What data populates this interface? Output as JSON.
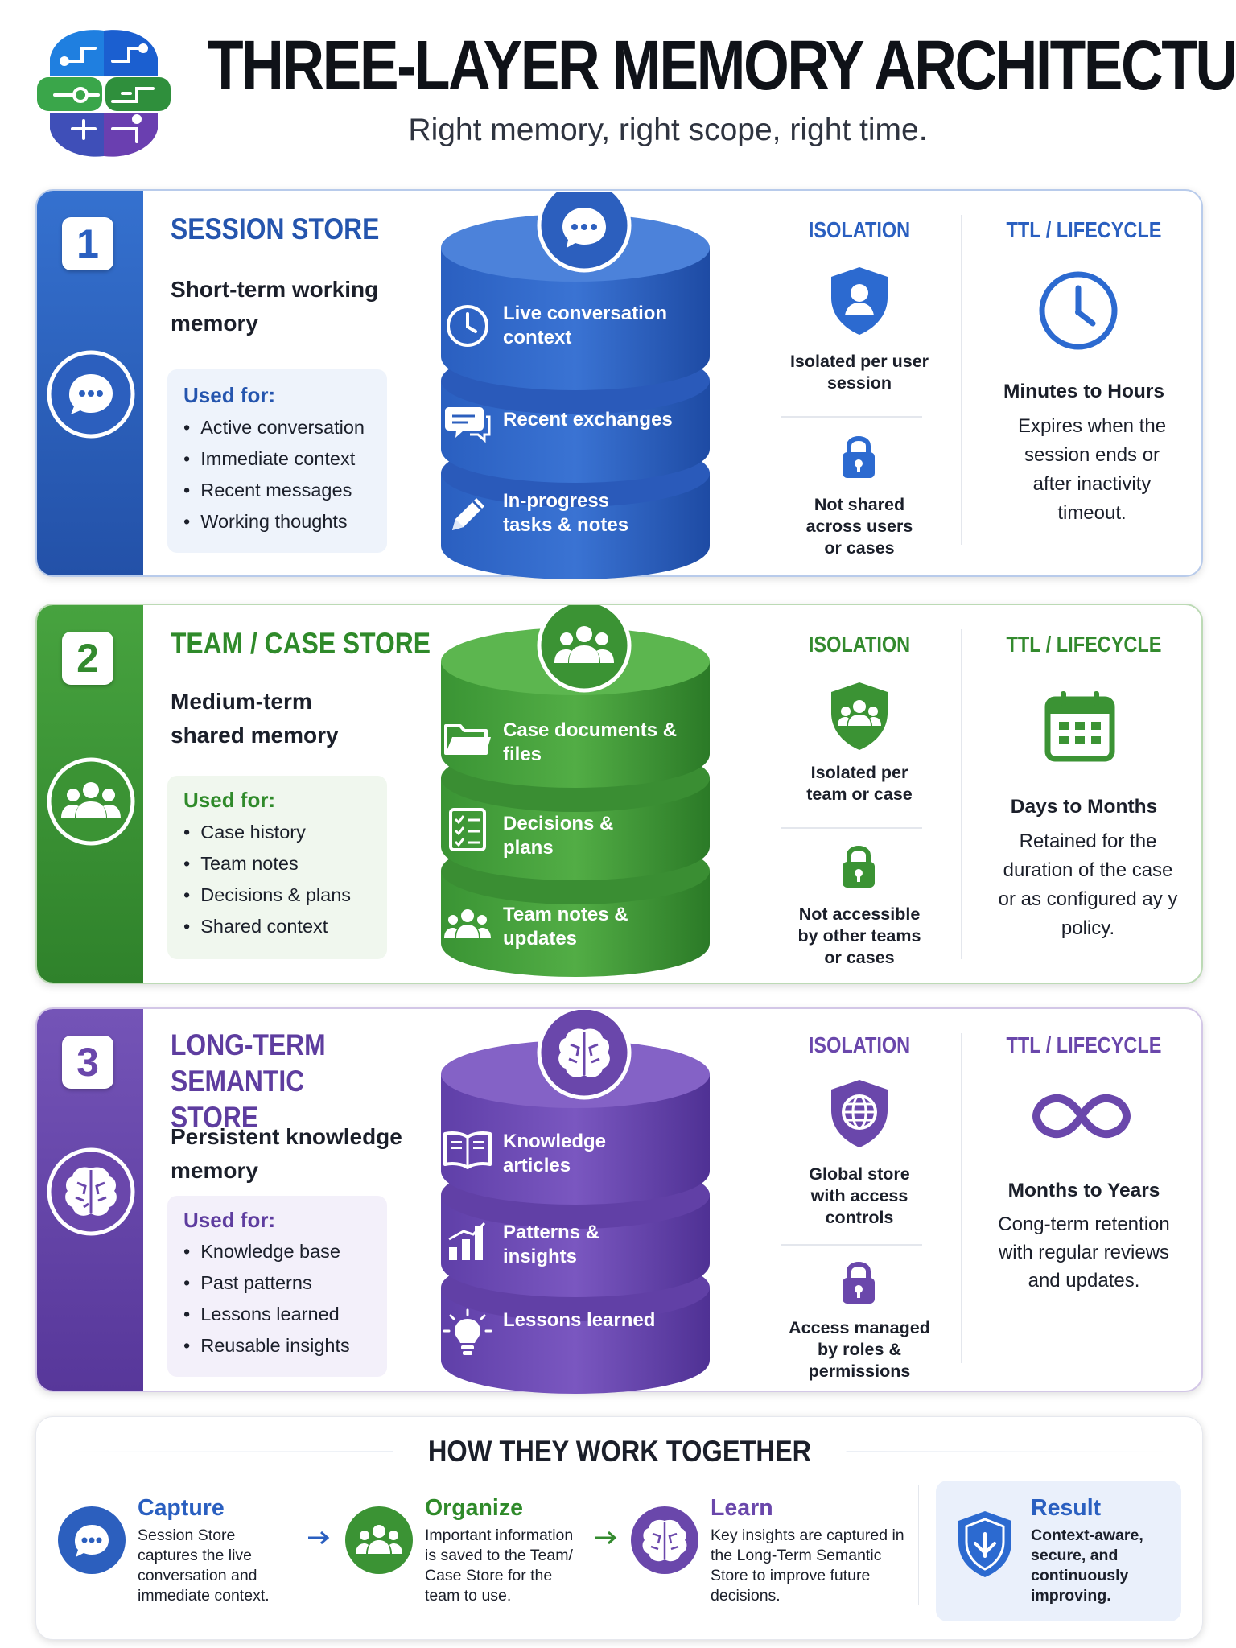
{
  "header": {
    "title": "THREE-LAYER MEMORY ARCHITECTURE",
    "subtitle": "Right memory, right scope, right time.",
    "logo_icon": "brain-circuit-icon"
  },
  "colors": {
    "blue": "#2c5fbe",
    "green": "#3b9334",
    "purple": "#6a47ab"
  },
  "sections": [
    {
      "number": "1",
      "title": "SESSION STORE",
      "description": "Short-term working memory",
      "used_for_title": "Used for:",
      "used_for": [
        "Active conversation",
        "Immediate context",
        "Recent messages",
        "Working thoughts"
      ],
      "badge_icon": "chat-bubble-icon",
      "layers": [
        {
          "label": "Live conversation context",
          "icon": "clock-icon"
        },
        {
          "label": "Recent exchanges",
          "icon": "message-icon"
        },
        {
          "label": "In-progress tasks & notes",
          "icon": "pencil-icon"
        }
      ],
      "isolation": {
        "title": "ISOLATION",
        "primary": "Isolated per user session",
        "primary_icon": "user-shield-icon",
        "secondary": "Not shared across users or cases",
        "secondary_icon": "lock-icon"
      },
      "ttl": {
        "title": "TTL / LIFECYCLE",
        "heading": "Minutes to Hours",
        "text": "Expires when the session ends or after inactivity timeout.",
        "icon": "clock-icon"
      }
    },
    {
      "number": "2",
      "title": "TEAM / CASE STORE",
      "description": "Medium-term shared memory",
      "used_for_title": "Used for:",
      "used_for": [
        "Case history",
        "Team notes",
        "Decisions & plans",
        "Shared context"
      ],
      "badge_icon": "team-icon",
      "layers": [
        {
          "label": "Case documents & files",
          "icon": "folder-icon"
        },
        {
          "label": "Decisions & plans",
          "icon": "checklist-icon"
        },
        {
          "label": "Team notes & updates",
          "icon": "team-icon"
        }
      ],
      "isolation": {
        "title": "ISOLATION",
        "primary": "Isolated per team or case",
        "primary_icon": "team-shield-icon",
        "secondary": "Not accessible by other teams or cases",
        "secondary_icon": "lock-icon"
      },
      "ttl": {
        "title": "TTL / LIFECYCLE",
        "heading": "Days to Months",
        "text": "Retained for the duration of the case or as configured ay y policy.",
        "icon": "calendar-icon"
      }
    },
    {
      "number": "3",
      "title": "LONG-TERM SEMANTIC STORE",
      "description": "Persistent knowledge memory",
      "used_for_title": "Used for:",
      "used_for": [
        "Knowledge base",
        "Past patterns",
        "Lessons learned",
        "Reusable insights"
      ],
      "badge_icon": "brain-icon",
      "layers": [
        {
          "label": "Knowledge articles",
          "icon": "book-icon"
        },
        {
          "label": "Patterns & insights",
          "icon": "bar-chart-icon"
        },
        {
          "label": "Lessons learned",
          "icon": "lightbulb-icon"
        }
      ],
      "isolation": {
        "title": "ISOLATION",
        "primary": "Global store with access controls",
        "primary_icon": "globe-shield-icon",
        "secondary": "Access managed by roles & permissions",
        "secondary_icon": "lock-icon"
      },
      "ttl": {
        "title": "TTL / LIFECYCLE",
        "heading": "Months to Years",
        "text": "Cong-term retention with regular reviews and updates.",
        "icon": "infinity-icon"
      }
    }
  ],
  "together": {
    "title": "HOW THEY WORK TOGETHER",
    "steps": [
      {
        "title": "Capture",
        "text": "Session Store captures the live conversation and immediate context.",
        "icon": "chat-bubble-icon"
      },
      {
        "title": "Organize",
        "text": "Important information is saved to the Team/ Case Store for the team to use.",
        "icon": "team-icon"
      },
      {
        "title": "Learn",
        "text": "Key insights are captured in the Long-Term Semantic Store to improve future decisions.",
        "icon": "brain-icon"
      }
    ],
    "result": {
      "title": "Result",
      "text": "Context-aware, secure, and continuously improving.",
      "icon": "shield-icon"
    }
  }
}
